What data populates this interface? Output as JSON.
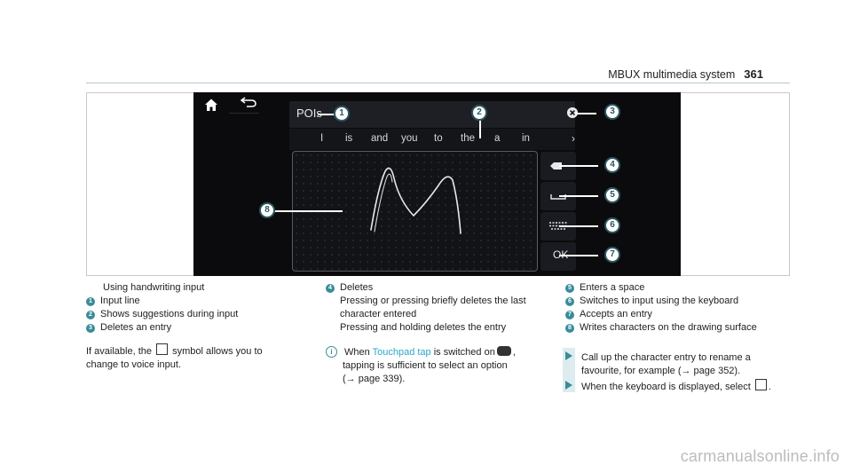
{
  "header": {
    "title": "MBUX multimedia system",
    "page": "361"
  },
  "screen": {
    "input_text": "POIs",
    "suggestions": [
      "I",
      "is",
      "and",
      "you",
      "to",
      "the",
      "a",
      "in"
    ],
    "next": "›",
    "ok_label": "OK",
    "badges": [
      "1",
      "2",
      "3",
      "4",
      "5",
      "6",
      "7",
      "8"
    ]
  },
  "captions": {
    "col1": {
      "title": "Using handwriting input",
      "items": [
        {
          "n": "1",
          "text": "Input line"
        },
        {
          "n": "2",
          "text": "Shows suggestions during input"
        },
        {
          "n": "3",
          "text": "Deletes an entry"
        }
      ],
      "para_a": "If available, the",
      "para_b": "symbol allows you to",
      "para_c": "change to voice input."
    },
    "col2": {
      "n4": "4",
      "title": "Deletes",
      "l1": "Pressing or pressing briefly deletes the last",
      "l2": "character entered",
      "l3": "Pressing and holding deletes the entry",
      "info_a": "When",
      "info_link": "Touchpad tap",
      "info_b": "is switched on",
      "info_c": ",",
      "info_l2": "tapping is sufficient to select an option",
      "info_l3": "(→ page 339)."
    },
    "col3": {
      "items": [
        {
          "n": "5",
          "text": "Enters a space"
        },
        {
          "n": "6",
          "text": "Switches to input using the keyboard"
        },
        {
          "n": "7",
          "text": "Accepts an entry"
        },
        {
          "n": "8",
          "text": "Writes characters on the drawing surface"
        }
      ],
      "step1_l1": "Call up the character entry to rename a",
      "step1_l2": "favourite, for example (→ page 352).",
      "step2": "When the keyboard is displayed, select",
      "step2_end": "."
    }
  },
  "watermark": "carmanualsonline.info",
  "colors": {
    "accent": "#3a8c98",
    "link": "#2aa9c9",
    "screen_bg": "#0b0b0d"
  }
}
